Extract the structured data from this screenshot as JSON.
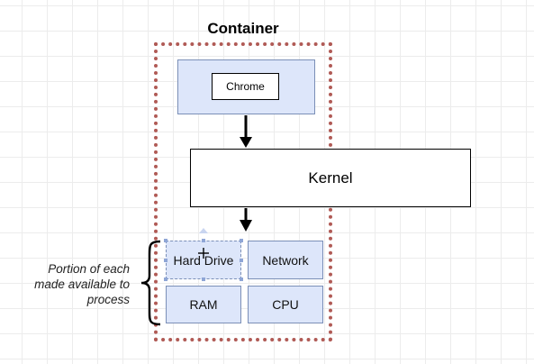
{
  "diagram": {
    "title": "Container",
    "chrome_label": "Chrome",
    "kernel_label": "Kernel",
    "resources": {
      "hard_drive": "Hard Drive",
      "network": "Network",
      "ram": "RAM",
      "cpu": "CPU"
    },
    "side_note": "Portion of each made available to process"
  },
  "colors": {
    "container_border": "#b05a55",
    "box_fill": "#dde6fa",
    "box_border": "#7b8fb7"
  }
}
